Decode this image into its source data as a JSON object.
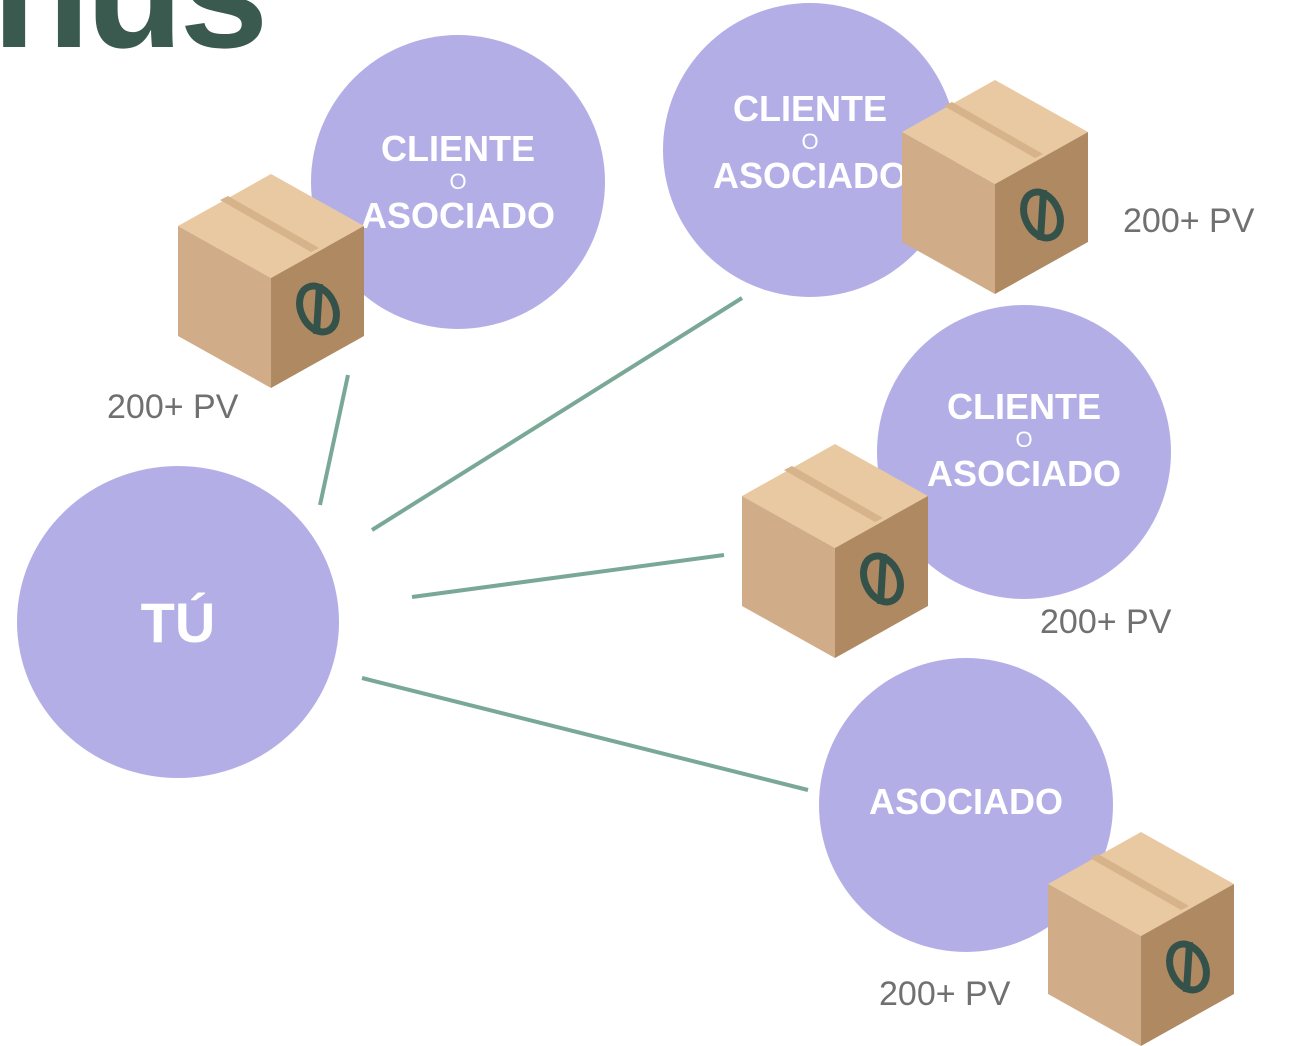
{
  "heading": {
    "text": "nus"
  },
  "you": {
    "label": "TÚ"
  },
  "nodes": [
    {
      "line1": "CLIENTE",
      "connector": "O",
      "line2": "ASOCIADO",
      "pv": "200+ PV"
    },
    {
      "line1": "CLIENTE",
      "connector": "O",
      "line2": "ASOCIADO",
      "pv": "200+ PV"
    },
    {
      "line1": "CLIENTE",
      "connector": "O",
      "line2": "ASOCIADO",
      "pv": "200+ PV"
    },
    {
      "line1": "ASOCIADO",
      "pv": "200+ PV"
    }
  ],
  "colors": {
    "circle": "#b3aee6",
    "link": "#7aa896",
    "heading": "#3a5a50",
    "box_top": "#e9c9a1",
    "box_left": "#d0ad88",
    "box_right": "#ae8962",
    "logo": "#34524a",
    "pv_text": "#707070"
  },
  "icons": {
    "package": "package-box-icon",
    "logo": "brand-logo-icon"
  }
}
